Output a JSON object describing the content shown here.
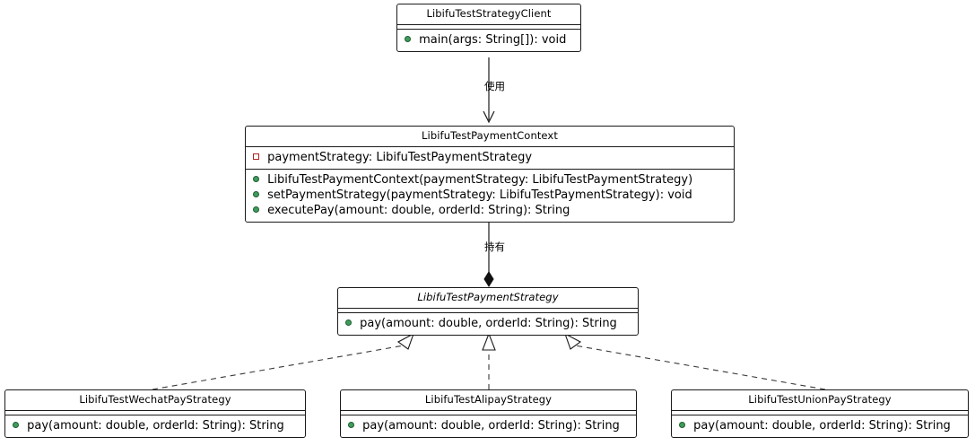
{
  "diagram": {
    "type": "uml-class-diagram",
    "background_color": "#ffffff",
    "line_color": "#1a1a1a",
    "public_marker_color": "#3f9c5b",
    "private_marker_color": "#b02020"
  },
  "classes": {
    "client": {
      "name": "LibifuTestStrategyClient",
      "stereotype": "class",
      "abstract": false,
      "fields": [],
      "methods": [
        {
          "visibility": "public",
          "signature": "main(args: String[]): void"
        }
      ]
    },
    "context": {
      "name": "LibifuTestPaymentContext",
      "stereotype": "class",
      "abstract": false,
      "fields": [
        {
          "visibility": "private",
          "signature": "paymentStrategy: LibifuTestPaymentStrategy"
        }
      ],
      "methods": [
        {
          "visibility": "public",
          "signature": "LibifuTestPaymentContext(paymentStrategy: LibifuTestPaymentStrategy)"
        },
        {
          "visibility": "public",
          "signature": "setPaymentStrategy(paymentStrategy: LibifuTestPaymentStrategy): void"
        },
        {
          "visibility": "public",
          "signature": "executePay(amount: double, orderId: String): String"
        }
      ]
    },
    "strategy": {
      "name": "LibifuTestPaymentStrategy",
      "stereotype": "interface",
      "abstract": true,
      "fields": [],
      "methods": [
        {
          "visibility": "public",
          "signature": "pay(amount: double, orderId: String): String"
        }
      ]
    },
    "wechat": {
      "name": "LibifuTestWechatPayStrategy",
      "stereotype": "class",
      "abstract": false,
      "fields": [],
      "methods": [
        {
          "visibility": "public",
          "signature": "pay(amount: double, orderId: String): String"
        }
      ]
    },
    "alipay": {
      "name": "LibifuTestAlipayStrategy",
      "stereotype": "class",
      "abstract": false,
      "fields": [],
      "methods": [
        {
          "visibility": "public",
          "signature": "pay(amount: double, orderId: String): String"
        }
      ]
    },
    "unionpay": {
      "name": "LibifuTestUnionPayStrategy",
      "stereotype": "class",
      "abstract": false,
      "fields": [],
      "methods": [
        {
          "visibility": "public",
          "signature": "pay(amount: double, orderId: String): String"
        }
      ]
    }
  },
  "relations": {
    "client_to_context": {
      "label": "使用",
      "kind": "dependency-solid-open-arrow",
      "from": "client",
      "to": "context"
    },
    "context_to_strategy": {
      "label": "持有",
      "kind": "composition-filled-diamond",
      "from": "context",
      "to": "strategy"
    },
    "wechat_realizes": {
      "label": "",
      "kind": "realization-dashed-hollow-triangle",
      "from": "wechat",
      "to": "strategy"
    },
    "alipay_realizes": {
      "label": "",
      "kind": "realization-dashed-hollow-triangle",
      "from": "alipay",
      "to": "strategy"
    },
    "unionpay_realizes": {
      "label": "",
      "kind": "realization-dashed-hollow-triangle",
      "from": "unionpay",
      "to": "strategy"
    }
  }
}
